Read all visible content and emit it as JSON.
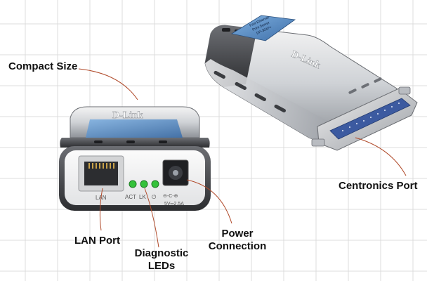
{
  "callouts": {
    "compact_size": "Compact Size",
    "lan_port": "LAN Port",
    "diagnostic_leds_line1": "Diagnostic",
    "diagnostic_leds_line2": "LEDs",
    "power_line1": "Power",
    "power_line2": "Connection",
    "centronics_port": "Centronics Port"
  },
  "device_labels": {
    "lan": "LAN",
    "act": "ACT",
    "lk": "LK",
    "power_symbol": "⏻",
    "polarity": "⊖-C-⊕",
    "power_rating": "5V═2.5A",
    "brand_back": "D-Link",
    "brand_top": "D-Link",
    "sticker_line1": "Fast Ethernet",
    "sticker_line2": "Print Server",
    "sticker_line3": "DP-301P+"
  },
  "colors": {
    "grid": "#d9d9d9",
    "leader_line": "#b04a2a",
    "led": "#34c23a",
    "sticker_blue": "#5a8fc8",
    "connector_blue": "#3c5aa0"
  },
  "icons": {
    "led": "led-indicator-icon",
    "rj45": "rj45-port-icon",
    "dc_jack": "dc-jack-icon",
    "centronics": "centronics-connector-icon"
  }
}
